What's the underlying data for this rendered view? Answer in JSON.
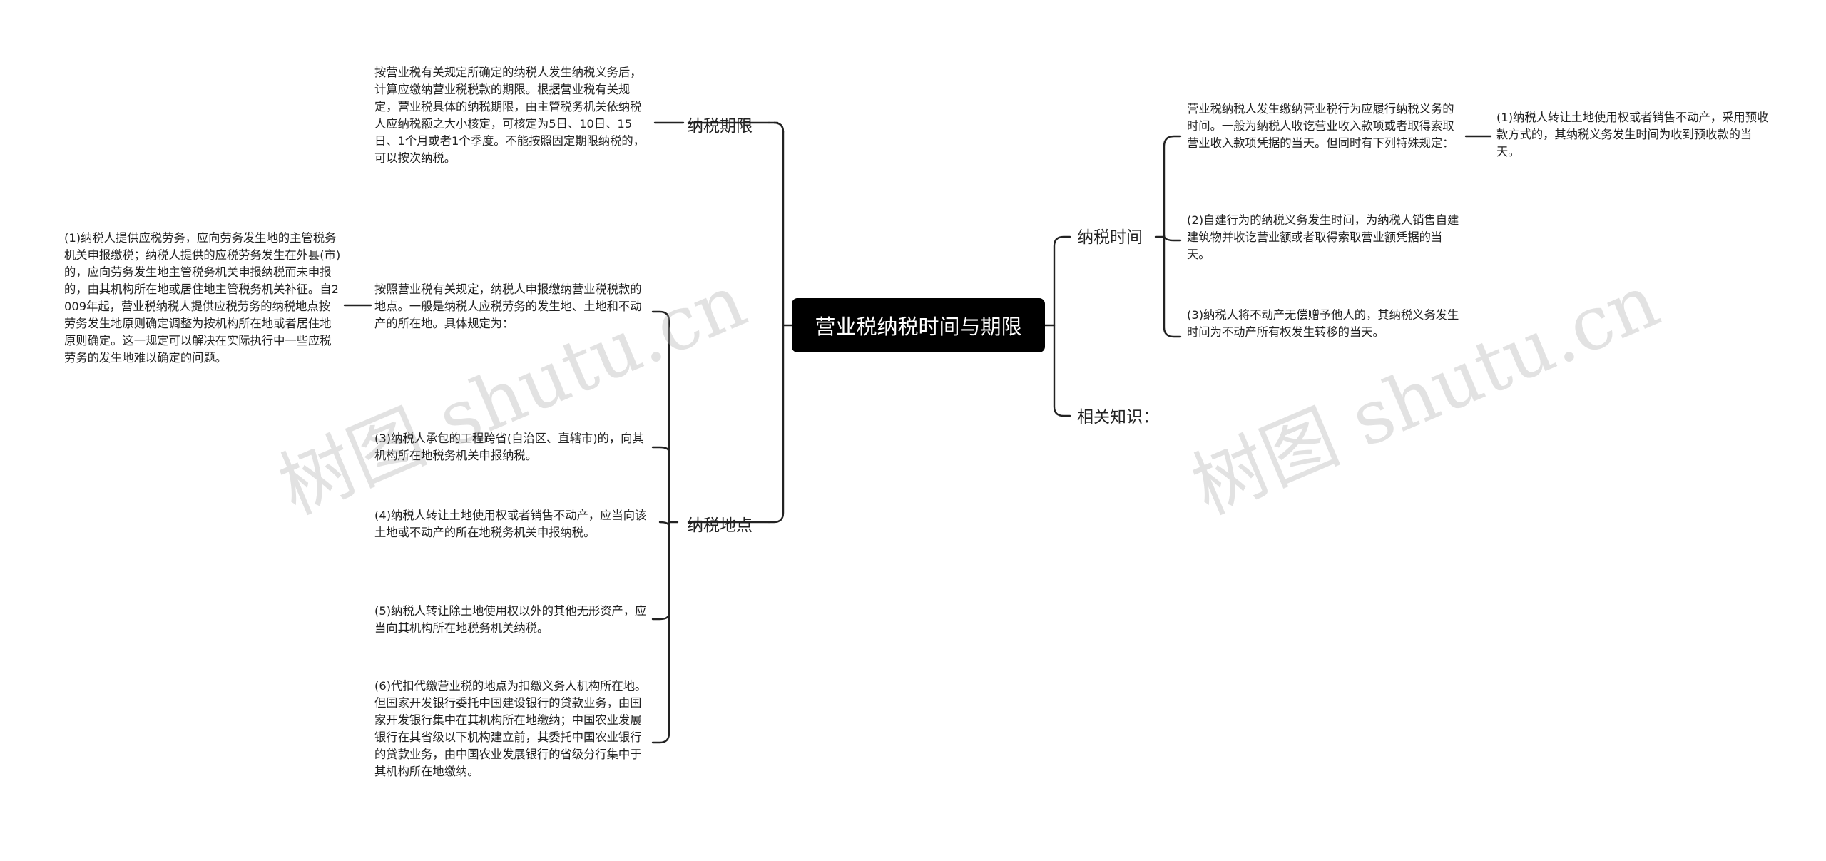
{
  "root": {
    "label": "营业税纳税时间与期限"
  },
  "branches": {
    "period": {
      "label": "纳税期限"
    },
    "place": {
      "label": "纳税地点"
    },
    "time": {
      "label": "纳税时间"
    },
    "related": {
      "label": "相关知识："
    }
  },
  "leaves": {
    "period_desc": "按营业税有关规定所确定的纳税人发生纳税义务后，计算应缴纳营业税税款的期限。根据营业税有关规定，营业税具体的纳税期限，由主管税务机关依纳税人应纳税额之大小核定，可核定为5日、10日、15日、1个月或者1个季度。不能按照固定期限纳税的，可以按次纳税。",
    "place_desc": "按照营业税有关规定，纳税人申报缴纳营业税税款的地点。一般是纳税人应税劳务的发生地、土地和不动产的所在地。具体规定为：",
    "place_1": "(1)纳税人提供应税劳务，应向劳务发生地的主管税务机关申报缴税；纳税人提供的应税劳务发生在外县(市)的，应向劳务发生地主管税务机关申报纳税而未申报的，由其机构所在地或居住地主管税务机关补征。自2009年起，营业税纳税人提供应税劳务的纳税地点按劳务发生地原则确定调整为按机构所在地或者居住地原则确定。这一规定可以解决在实际执行中一些应税劳务的发生地难以确定的问题。",
    "place_3": "(3)纳税人承包的工程跨省(自治区、直辖市)的，向其机构所在地税务机关申报纳税。",
    "place_4": "(4)纳税人转让土地使用权或者销售不动产，应当向该土地或不动产的所在地税务机关申报纳税。",
    "place_5": "(5)纳税人转让除土地使用权以外的其他无形资产，应当向其机构所在地税务机关纳税。",
    "place_6": "(6)代扣代缴营业税的地点为扣缴义务人机构所在地。但国家开发银行委托中国建设银行的贷款业务，由国家开发银行集中在其机构所在地缴纳；中国农业发展银行在其省级以下机构建立前，其委托中国农业银行的贷款业务，由中国农业发展银行的省级分行集中于其机构所在地缴纳。",
    "time_desc": "营业税纳税人发生缴纳营业税行为应履行纳税义务的时间。一般为纳税人收讫营业收入款项或者取得索取营业收入款项凭据的当天。但同时有下列特殊规定：",
    "time_1": "(1)纳税人转让土地使用权或者销售不动产，采用预收款方式的，其纳税义务发生时间为收到预收款的当天。",
    "time_2": "(2)自建行为的纳税义务发生时间，为纳税人销售自建建筑物并收讫营业额或者取得索取营业额凭据的当天。",
    "time_3": "(3)纳税人将不动产无偿赠予他人的，其纳税义务发生时间为不动产所有权发生转移的当天。"
  },
  "watermarks": [
    "树图 shutu.cn",
    "树图 shutu.cn"
  ]
}
